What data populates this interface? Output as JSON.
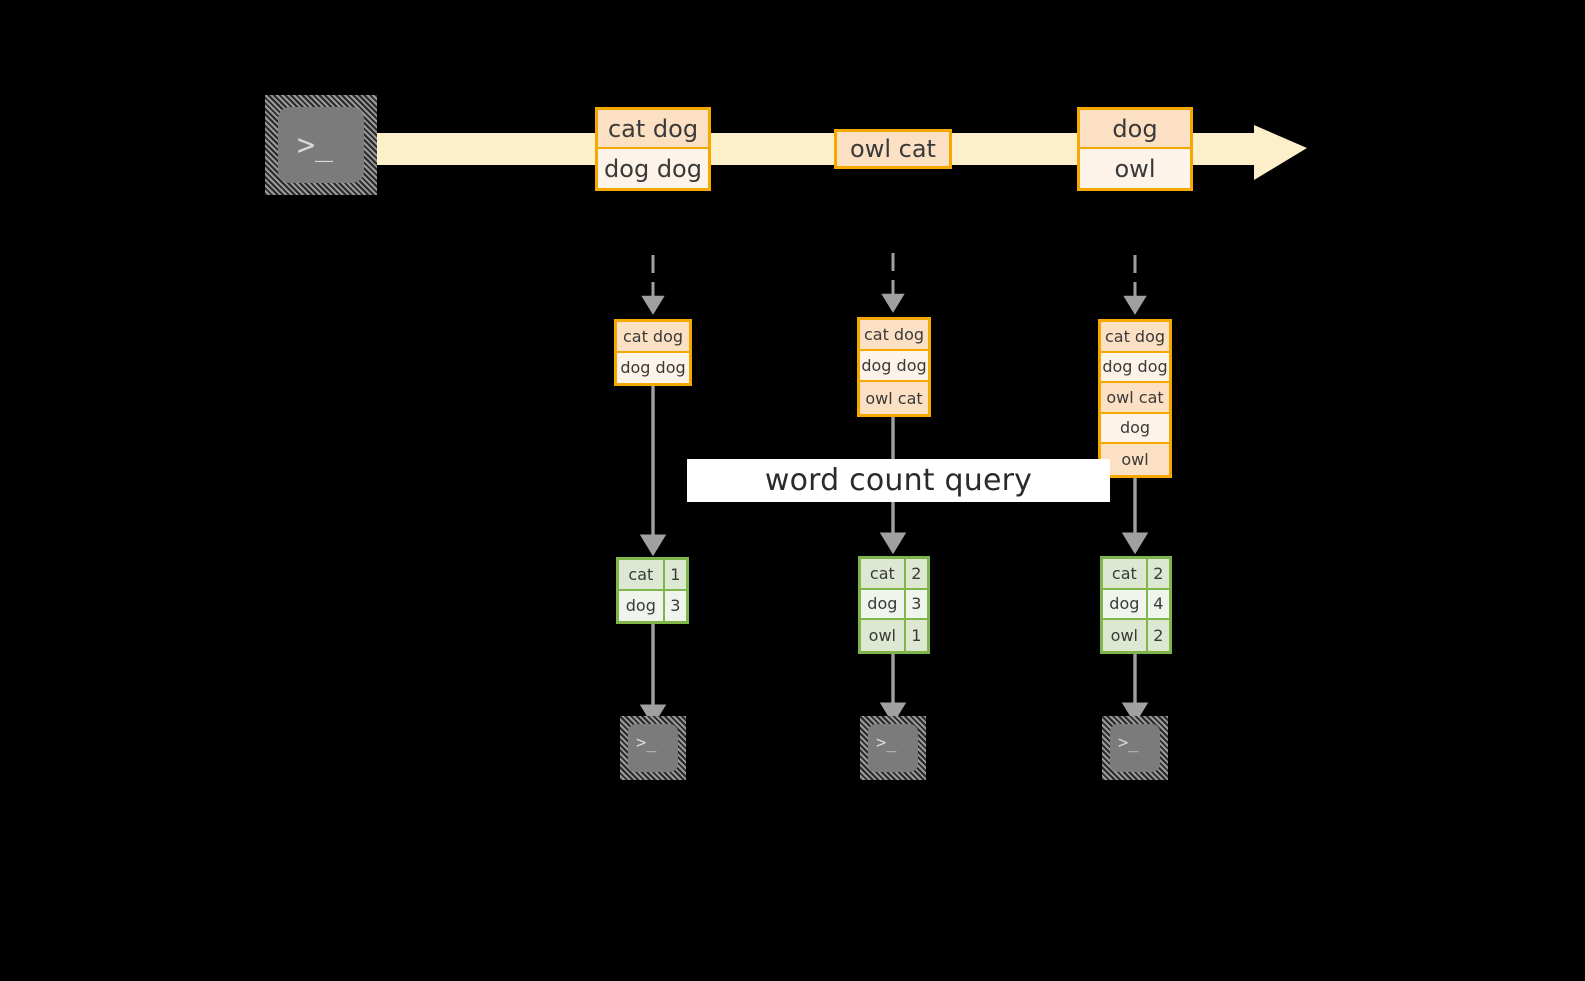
{
  "diagram": {
    "title_label": "word count query",
    "colors": {
      "background": "#000000",
      "stream_arrow": "#FCEFC9",
      "record_border": "#F5A800",
      "record_fill_dark": "#FCE0C3",
      "record_fill_light": "#FDF3E8",
      "table_border": "#7FB54B",
      "table_fill_dark": "#DDE8D3",
      "table_fill_light": "#EFF4EC",
      "arrow_gray": "#A0A0A0",
      "terminal_fill": "#7B7B7B"
    }
  },
  "stream": {
    "source_terminal": {
      "icon": "terminal-icon",
      "glyph": ">_"
    },
    "records": [
      {
        "id": "stream-rec-1",
        "lines": [
          "cat dog",
          "dog dog"
        ]
      },
      {
        "id": "stream-rec-2",
        "lines": [
          "owl cat"
        ]
      },
      {
        "id": "stream-rec-3",
        "lines": [
          "dog",
          "owl"
        ]
      }
    ]
  },
  "snapshots": [
    {
      "id": "snapshot-1",
      "input_lines": [
        "cat dog",
        "dog dog"
      ],
      "result": {
        "rows": [
          {
            "word": "cat",
            "count": "1"
          },
          {
            "word": "dog",
            "count": "3"
          }
        ]
      },
      "sink_terminal": {
        "icon": "terminal-icon",
        "glyph": ">_"
      }
    },
    {
      "id": "snapshot-2",
      "input_lines": [
        "cat dog",
        "dog dog",
        "owl cat"
      ],
      "result": {
        "rows": [
          {
            "word": "cat",
            "count": "2"
          },
          {
            "word": "dog",
            "count": "3"
          },
          {
            "word": "owl",
            "count": "1"
          }
        ]
      },
      "sink_terminal": {
        "icon": "terminal-icon",
        "glyph": ">_"
      }
    },
    {
      "id": "snapshot-3",
      "input_lines": [
        "cat dog",
        "dog dog",
        "owl cat",
        "dog",
        "owl"
      ],
      "result": {
        "rows": [
          {
            "word": "cat",
            "count": "2"
          },
          {
            "word": "dog",
            "count": "4"
          },
          {
            "word": "owl",
            "count": "2"
          }
        ]
      },
      "sink_terminal": {
        "icon": "terminal-icon",
        "glyph": ">_"
      }
    }
  ]
}
